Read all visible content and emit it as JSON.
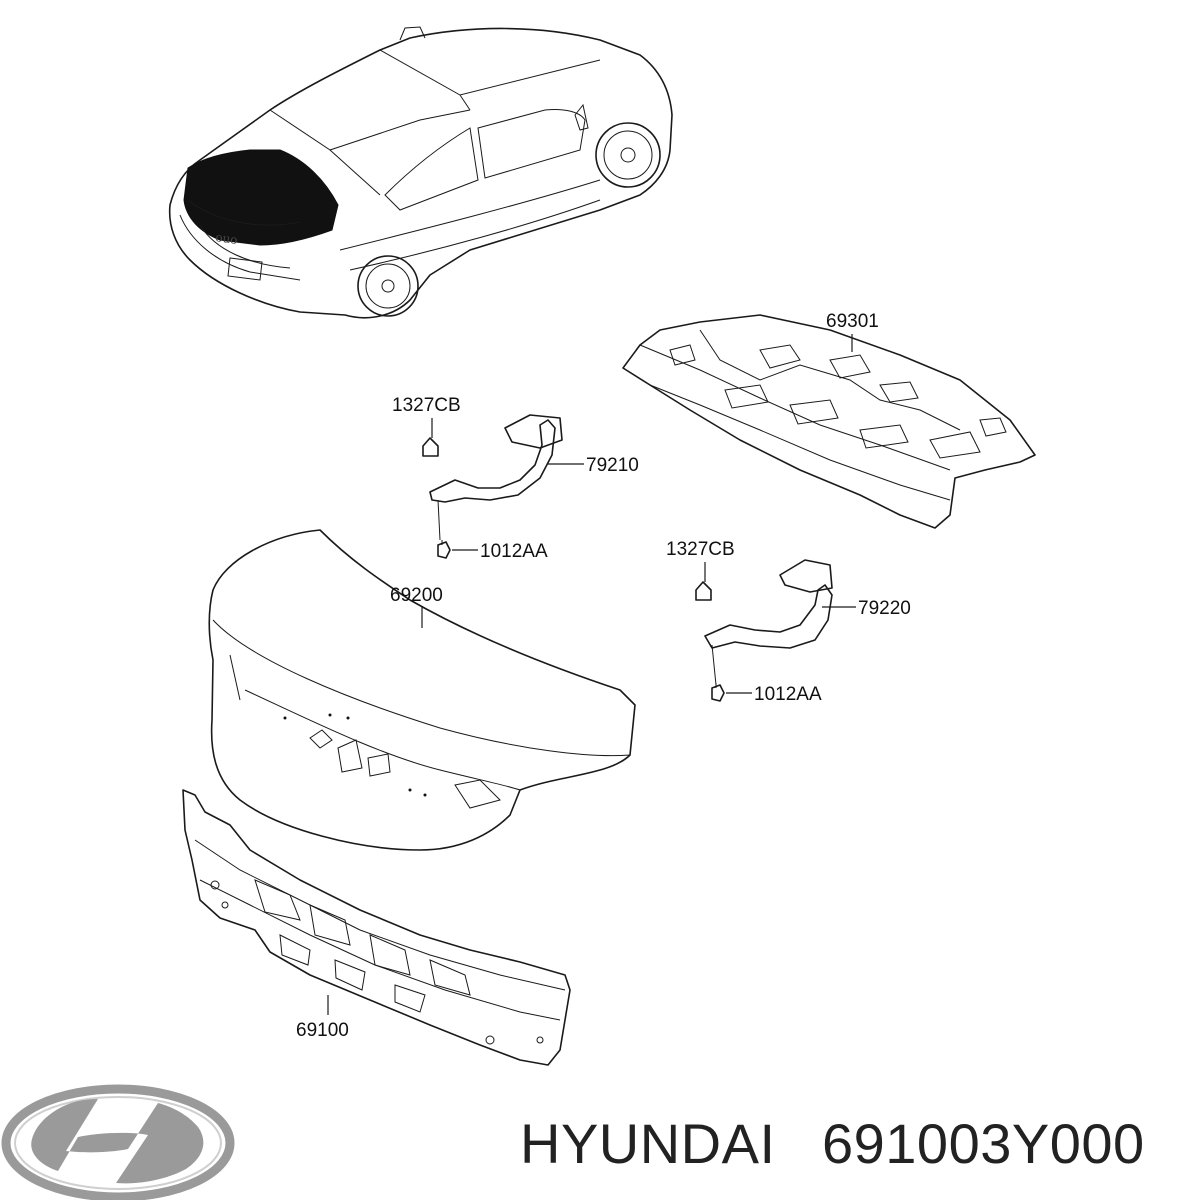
{
  "brand": {
    "name": "HYUNDAI",
    "part_number": "691003Y000",
    "logo_color": "#9a9a9a"
  },
  "callouts": {
    "c69301": "69301",
    "c1327cb_left": "1327CB",
    "c79210": "79210",
    "c1012aa_left": "1012AA",
    "c1327cb_right": "1327CB",
    "c69200": "69200",
    "c79220": "79220",
    "c1012aa_right": "1012AA",
    "c69100": "69100"
  },
  "car": {
    "badge_text": "ouo"
  }
}
